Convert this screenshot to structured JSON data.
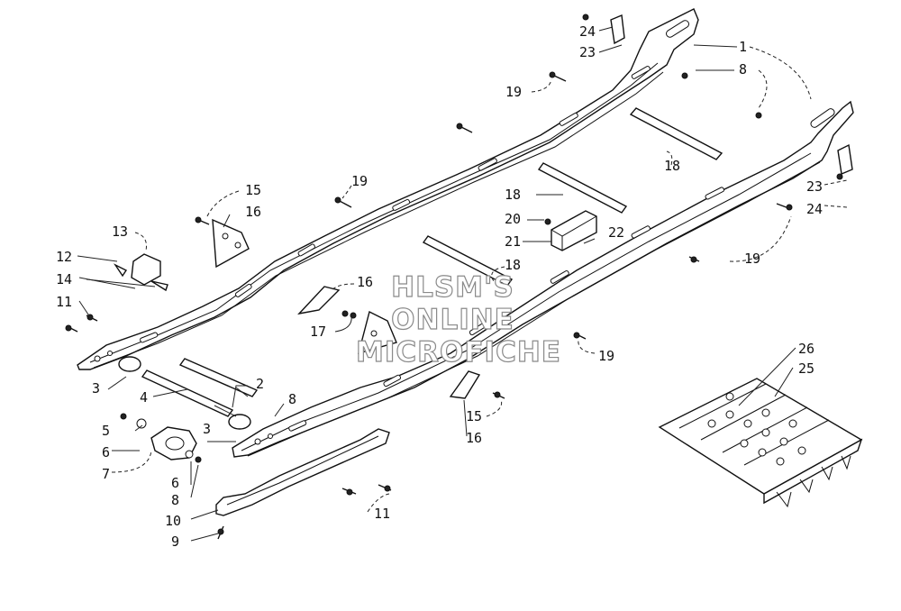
{
  "watermark": {
    "line1": "HLSM'S",
    "line2": "ONLINE",
    "line3": "MICROFICHE"
  },
  "callouts": {
    "c1": "1",
    "c2": "2",
    "c3a": "3",
    "c3b": "3",
    "c4": "4",
    "c5": "5",
    "c6a": "6",
    "c6b": "6",
    "c7": "7",
    "c8a": "8",
    "c8b": "8",
    "c8c": "8",
    "c9": "9",
    "c10": "10",
    "c11a": "11",
    "c11b": "11",
    "c12": "12",
    "c13": "13",
    "c14": "14",
    "c15a": "15",
    "c15b": "15",
    "c16a": "16",
    "c16b": "16",
    "c16c": "16",
    "c17": "17",
    "c18a": "18",
    "c18b": "18",
    "c18c": "18",
    "c19a": "19",
    "c19b": "19",
    "c19c": "19",
    "c19d": "19",
    "c20": "20",
    "c21": "21",
    "c22": "22",
    "c23a": "23",
    "c23b": "23",
    "c24a": "24",
    "c24b": "24",
    "c25": "25",
    "c26": "26"
  }
}
